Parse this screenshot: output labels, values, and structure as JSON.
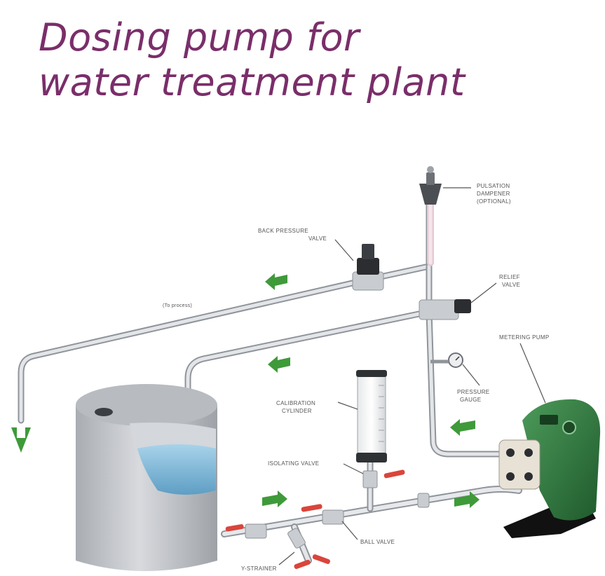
{
  "title": {
    "line1": "Dosing pump for",
    "line2": "water treatment plant",
    "color": "#7a2e6a"
  },
  "labels": {
    "pulsation_dampener": [
      "PULSATION",
      "DAMPENER",
      "(OPTIONAL)"
    ],
    "back_pressure_valve": [
      "BACK PRESSURE",
      "VALVE"
    ],
    "relief_valve": [
      "RELIEF",
      "VALVE"
    ],
    "metering_pump": "METERING PUMP",
    "pressure_gauge": [
      "PRESSURE",
      "GAUGE"
    ],
    "calibration_cylinder": [
      "CALIBRATION",
      "CYLINDER"
    ],
    "isolating_valve": "ISOLATING VALVE",
    "ball_valve": "BALL VALVE",
    "y_strainer": "Y-STRAINER",
    "to_process": "(To process)"
  },
  "colors": {
    "pipe": "#c9ccd1",
    "arrow": "#3f9a3a",
    "tank": "#c4c7cb",
    "water": "#7fb8d8",
    "pump": "#2f7a3e",
    "handle": "#d9453b"
  }
}
